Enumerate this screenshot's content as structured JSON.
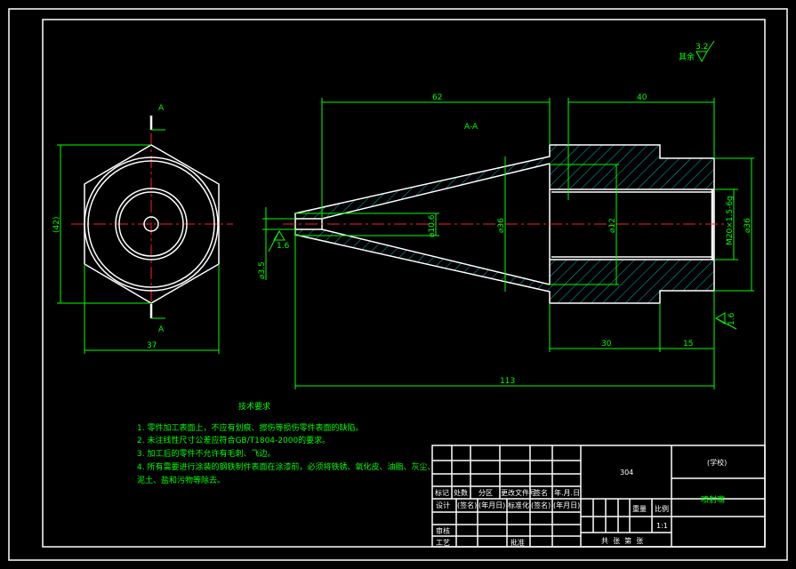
{
  "colors": {
    "outline": "#ffffff",
    "dimension": "#00ff00",
    "centerline": "#ff2020",
    "hatch": "#00e5ee",
    "background": "#000000"
  },
  "left_view": {
    "section_mark": "A",
    "dim_height": "(42)",
    "dim_width": "37"
  },
  "section_view": {
    "title": "A-A",
    "dims": {
      "len_cone": "62",
      "len_hub": "40",
      "len_total": "113",
      "len_bore": "30",
      "len_step": "15",
      "dia_tip": "⌀3.5",
      "dia_tip_outer": "⌀10.6",
      "dia_mid": "⌀36",
      "dia_bore": "⌀12",
      "thread": "M20×1.5-6g",
      "dia_outer": "⌀36"
    },
    "roughness_tip": "1.6",
    "roughness_end": "1.6"
  },
  "roughness_general": {
    "label": "其余",
    "value": "3.2"
  },
  "tech_requirements": {
    "title": "技术要求",
    "items": [
      "1. 零件加工表面上，不应有划痕、擦伤等损伤零件表面的缺陷。",
      "2. 未注线性尺寸公差应符合GB/T1804-2000的要求。",
      "3. 加工后的零件不允许有毛刺、飞边。",
      "4. 所有需要进行涂装的钢铁制件表面在涂漆前，必须将铁锈、氧化皮、油脂、灰尘、",
      "泥土、盐和污物等除去。"
    ]
  },
  "title_block": {
    "row_headers": [
      "标记",
      "处数",
      "分区",
      "更改文件号",
      "签名",
      "年.月.日"
    ],
    "design_row": [
      "设计",
      "(签名)",
      "(年月日)",
      "标准化",
      "(签名)",
      "(年月日)"
    ],
    "review": "审核",
    "process": "工艺",
    "approve": "批准",
    "material": "304",
    "weight_label": "重量",
    "scale_label": "比例",
    "scale": "1:1",
    "sheets": "共  张  第  张",
    "school": "(学校)",
    "part_name": "喷射嘴"
  }
}
